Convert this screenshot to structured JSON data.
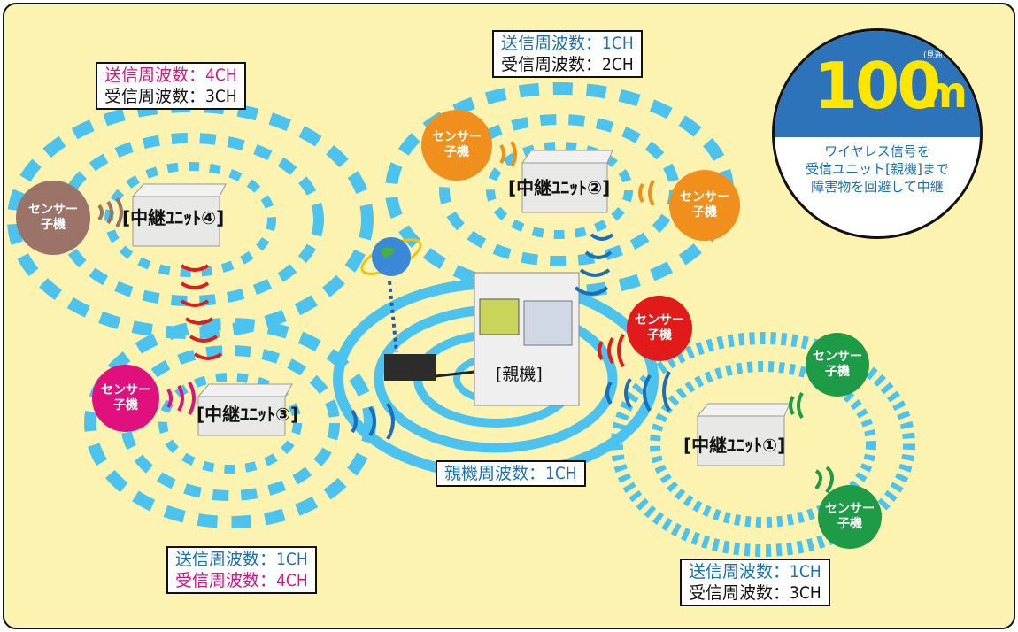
{
  "badge": {
    "number": "100",
    "unit": "m",
    "note": "(見通し距離)",
    "lines": [
      "ワイヤレス信号を",
      "受信ユニット[親機]まで",
      "障害物を回避して中継"
    ]
  },
  "parent_label": "[親機]",
  "parent_freq": "親機周波数：1CH",
  "units": {
    "u1": "[中継ﾕﾆｯﾄ①]",
    "u2": "[中継ﾕﾆｯﾄ②]",
    "u3": "[中継ﾕﾆｯﾄ③]",
    "u4": "[中継ﾕﾆｯﾄ④]"
  },
  "freq": {
    "u2_send": "送信周波数：1CH",
    "u2_recv": "受信周波数：2CH",
    "u4_send": "送信周波数：4CH",
    "u4_recv": "受信周波数：3CH",
    "u3_send": "送信周波数：1CH",
    "u3_recv": "受信周波数：4CH",
    "u1_send": "送信周波数：1CH",
    "u1_recv": "受信周波数：3CH"
  },
  "sensor": {
    "line1": "センサー",
    "line2": "子機"
  },
  "colors": {
    "background": "#fdf3b0",
    "ring": "#4cc3ee",
    "badge_blue": "#2d73b9",
    "badge_yellow": "#ffe600",
    "pink": "#e0117f",
    "text_blue": "#1a6fb8",
    "sensor_brown": "#9b7368",
    "sensor_orange": "#f08f1c",
    "sensor_red": "#e11a1a",
    "sensor_pink": "#e0117f",
    "sensor_green": "#1e9b46"
  }
}
